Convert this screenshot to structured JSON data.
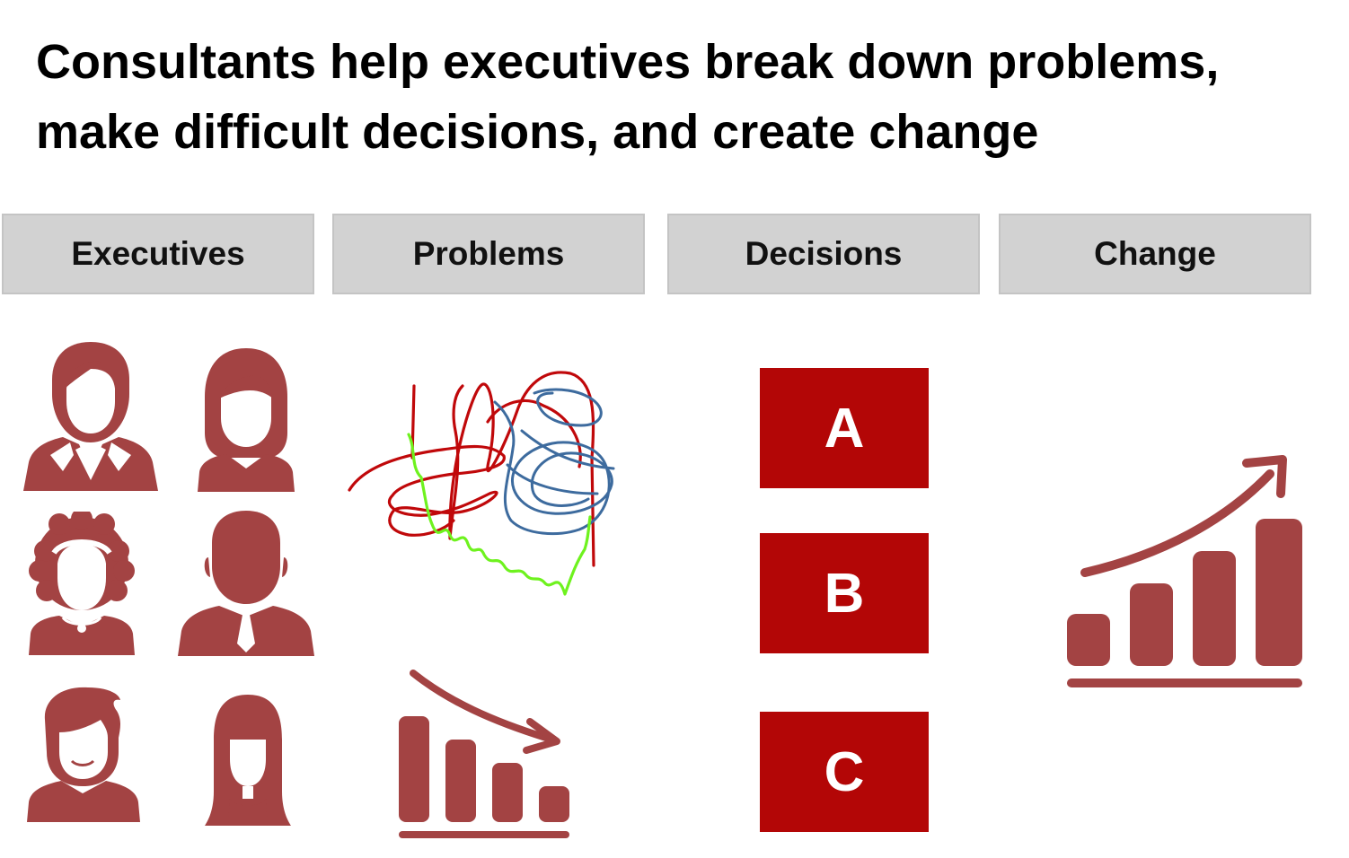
{
  "title": {
    "line1": "Consultants help executives break down problems,",
    "line2": "make difficult decisions, and create change"
  },
  "columns": {
    "executives": "Executives",
    "problems": "Problems",
    "decisions": "Decisions",
    "change": "Change"
  },
  "decisions": {
    "a": "A",
    "b": "B",
    "c": "C"
  },
  "colors": {
    "header_bg": "#d2d2d2",
    "icon": "#a34343",
    "decision_box": "#b30606",
    "scribble_red": "#c0080a",
    "scribble_blue": "#3d6b9e",
    "scribble_green": "#6ef21e"
  },
  "icons": {
    "executive_1": "businessman-icon",
    "executive_2": "businesswoman-icon",
    "executive_3": "curly-hair-woman-icon",
    "executive_4": "man-with-tie-icon",
    "executive_5": "young-man-icon",
    "executive_6": "long-hair-woman-icon",
    "problem_scribble": "tangled-scribble-icon",
    "problem_chart": "declining-bar-chart-icon",
    "change_chart": "growing-bar-chart-icon"
  }
}
